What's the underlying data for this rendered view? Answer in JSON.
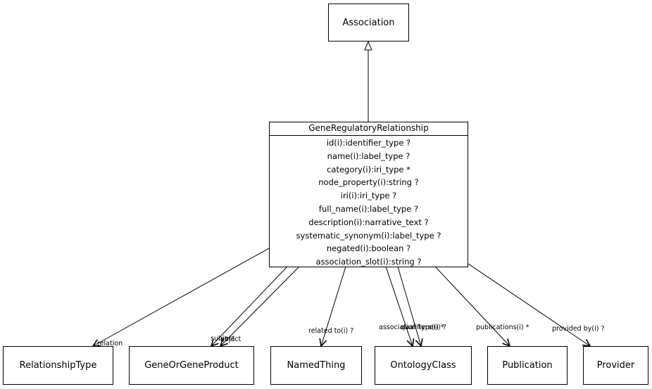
{
  "classes": {
    "association": "Association",
    "main": "GeneRegulatoryRelationship",
    "relationship_type": "RelationshipType",
    "gene_or_gene_product": "GeneOrGeneProduct",
    "named_thing": "NamedThing",
    "ontology_class": "OntologyClass",
    "publication": "Publication",
    "provider": "Provider"
  },
  "attributes": [
    "id(i):identifier_type ?",
    "name(i):label_type ?",
    "category(i):iri_type *",
    "node_property(i):string ?",
    "iri(i):iri_type ?",
    "full_name(i):label_type ?",
    "description(i):narrative_text ?",
    "systematic_synonym(i):label_type ?",
    "negated(i):boolean ?",
    "association_slot(i):string ?"
  ],
  "edge_labels": {
    "relation": "relation",
    "subject": "subject",
    "object": "object",
    "related_to": "related to(i) ?",
    "association_type": "association type(i) ?",
    "qualifiers": "qualifiers(i) *",
    "publications": "publications(i) *",
    "provided_by": "provided by(i) ?"
  }
}
